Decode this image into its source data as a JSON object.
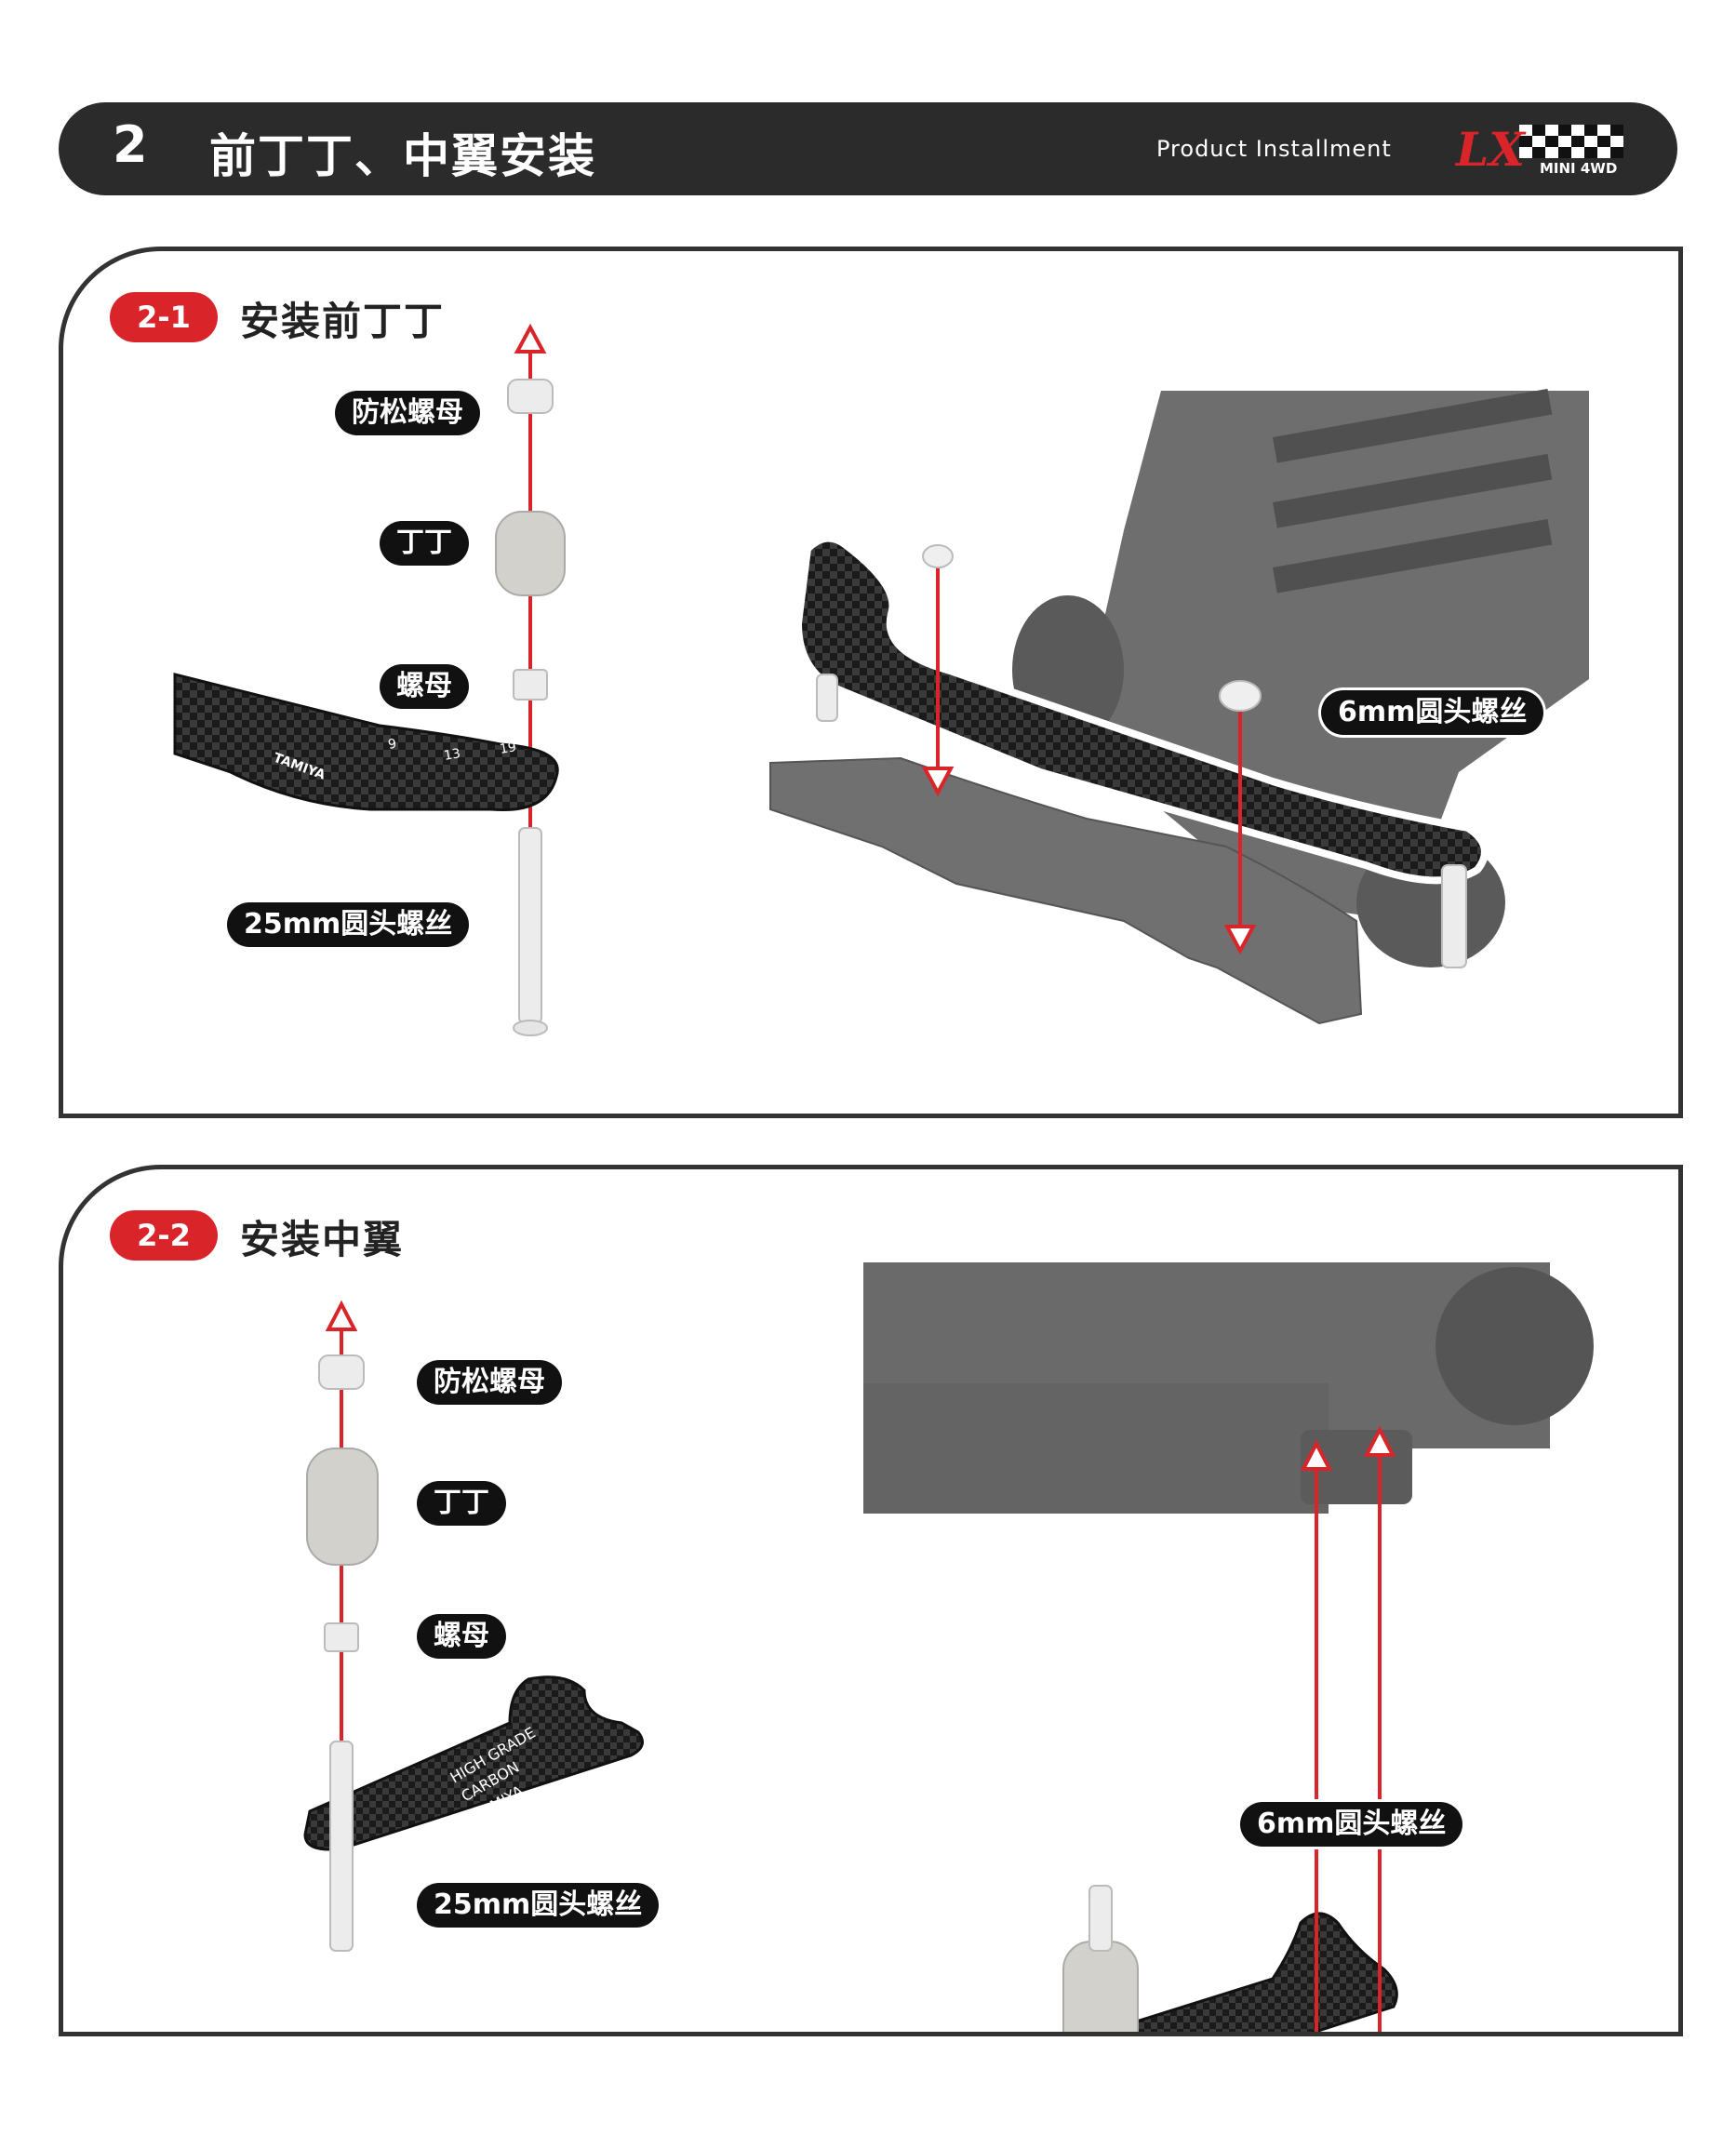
{
  "header": {
    "step_number": "2",
    "title": "前丁丁、中翼安装",
    "subtitle": "Product Installment",
    "logo_text": "LX",
    "logo_sub": "MINI 4WD"
  },
  "section1": {
    "badge": "2-1",
    "title": "安装前丁丁",
    "labels": {
      "lock_nut": "防松螺母",
      "roller": "丁丁",
      "nut": "螺母",
      "screw_25": "25mm圆头螺丝",
      "screw_6": "6mm圆头螺丝"
    },
    "plate_numbers": [
      "19",
      "13",
      "9"
    ],
    "plate_brand": "TAMIYA"
  },
  "section2": {
    "badge": "2-2",
    "title": "安装中翼",
    "labels": {
      "lock_nut": "防松螺母",
      "roller": "丁丁",
      "nut": "螺母",
      "screw_25": "25mm圆头螺丝",
      "screw_6": "6mm圆头螺丝"
    },
    "plate_text": [
      "HIGH GRADE",
      "CARBON",
      "TAMIYA"
    ]
  },
  "colors": {
    "header_bg": "#2b2b2b",
    "accent_red": "#d9252a",
    "panel_border": "#333333",
    "chassis_gray": "#6e6e6e",
    "carbon": "#1a1a1a"
  }
}
